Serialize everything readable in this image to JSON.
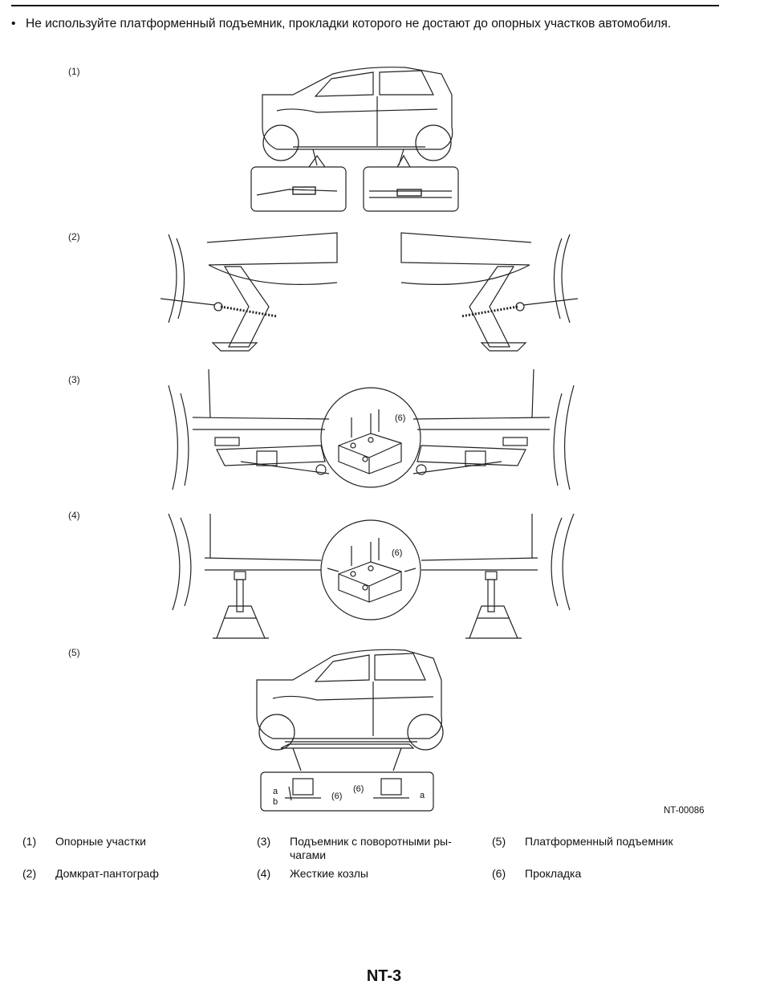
{
  "note": {
    "bullet": "•",
    "text": "Не используйте платформенный подъемник, прокладки которого не достают до опорных участков автомобиля."
  },
  "figures": [
    {
      "label": "(1)"
    },
    {
      "label": "(2)"
    },
    {
      "label": "(3)",
      "callout": "(6)"
    },
    {
      "label": "(4)",
      "callout": "(6)"
    },
    {
      "label": "(5)",
      "detail_a": "a",
      "detail_b": "b",
      "detail_6_left": "(6)",
      "detail_6_right": "(6)",
      "detail_a_right": "a"
    }
  ],
  "figure_id": "NT-00086",
  "legend": [
    {
      "num": "(1)",
      "text": "Опорные участки"
    },
    {
      "num": "(2)",
      "text": "Домкрат-пантограф"
    },
    {
      "num": "(3)",
      "text": "Подъемник с поворотными ры-чагами"
    },
    {
      "num": "(4)",
      "text": "Жесткие козлы"
    },
    {
      "num": "(5)",
      "text": "Платформенный подъемник"
    },
    {
      "num": "(6)",
      "text": "Прокладка"
    }
  ],
  "page_number": "NT-3"
}
